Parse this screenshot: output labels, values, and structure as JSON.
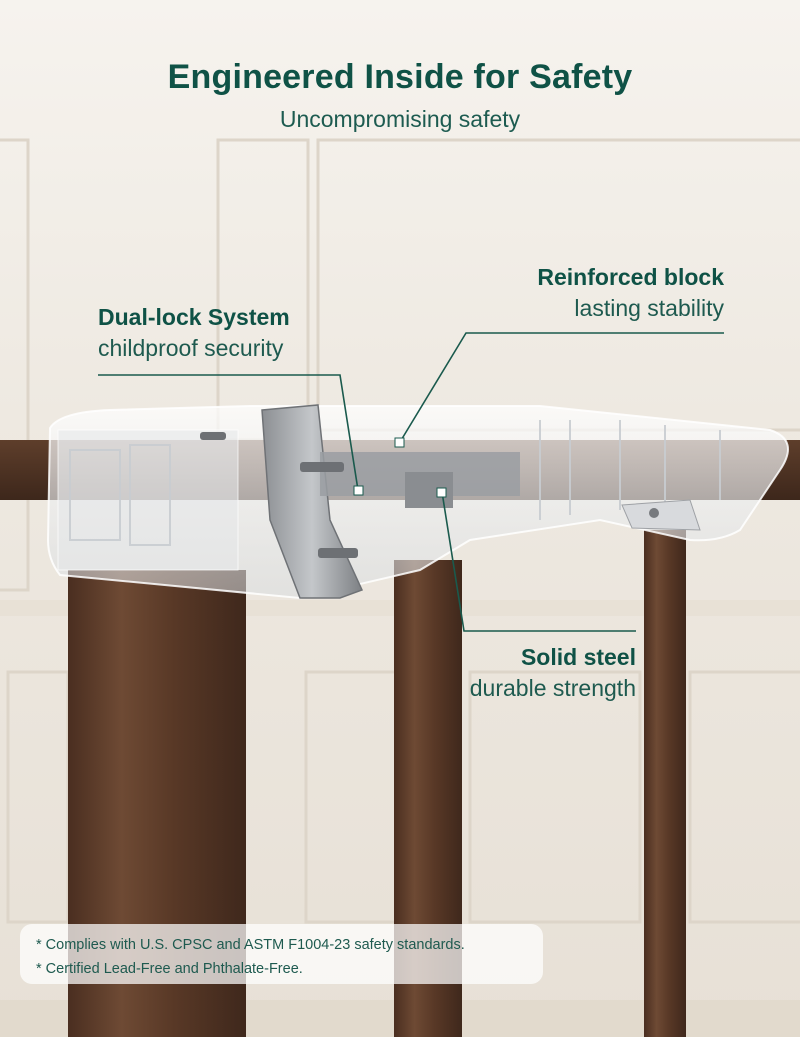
{
  "header": {
    "title": "Engineered Inside for Safety",
    "subtitle": "Uncompromising safety"
  },
  "callouts": {
    "dual_lock": {
      "title": "Dual-lock System",
      "subtitle": "childproof security"
    },
    "reinforced": {
      "title": "Reinforced block",
      "subtitle": "lasting stability"
    },
    "steel": {
      "title": "Solid steel",
      "subtitle": "durable strength"
    }
  },
  "notes": [
    "* Complies with U.S. CPSC and ASTM F1004-23 safety standards.",
    "* Certified Lead-Free and Phthalate-Free."
  ],
  "colors": {
    "accent": "#0f5246",
    "wood": "#5a3a28",
    "wall": "#efeae2"
  }
}
